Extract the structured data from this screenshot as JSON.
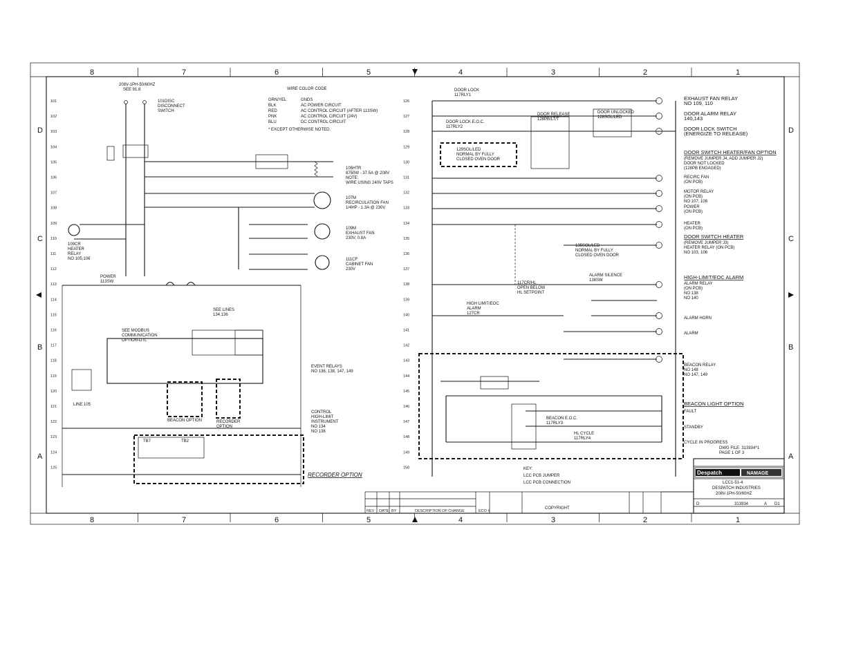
{
  "zones_top": [
    "8",
    "7",
    "6",
    "5",
    "4",
    "3",
    "2",
    "1"
  ],
  "zones_side": [
    "D",
    "C",
    "B",
    "A"
  ],
  "rows_left": [
    "101",
    "102",
    "103",
    "104",
    "105",
    "106",
    "107",
    "108",
    "109",
    "110",
    "111",
    "112",
    "113",
    "114",
    "115",
    "116",
    "117",
    "118",
    "119",
    "120",
    "121",
    "122",
    "123",
    "124",
    "125"
  ],
  "rows_right": [
    "126",
    "127",
    "128",
    "129",
    "130",
    "131",
    "132",
    "133",
    "134",
    "135",
    "136",
    "137",
    "138",
    "139",
    "140",
    "141",
    "142",
    "143",
    "144",
    "145",
    "146",
    "147",
    "148",
    "149",
    "150"
  ],
  "left": {
    "supply": "208V-1PH-50/60HZ",
    "supply_sub": "SEE 91.8",
    "disconnect": "101DISC\nDISCONNECT\nSWITCH",
    "wire_title": "WIRE COLOR CODE",
    "wire_codes": [
      [
        "GRN/YEL",
        "GNDS"
      ],
      [
        "BLK",
        "AC POWER CIRCUIT"
      ],
      [
        "RED",
        "AC CONTROL CIRCUIT (AFTER 113SW)"
      ],
      [
        "PNK",
        "AC CONTROL CIRCUIT (24V)"
      ],
      [
        "BLU",
        "DC CONTROL CIRCUIT"
      ]
    ],
    "wire_note": "* EXCEPT OTHERWISE NOTED.",
    "heater_note": "105HTR\n8750W - 37.5A @ 208V\nNOTE:\nWIRE USING 240V TAPS",
    "fan1": "107M\nRECIRCULATION FAN\n1/4HP - 1.3A @ 230V",
    "fan2": "109M\nEXHAUST FAN\n230V, 0.8A",
    "fan3": "111CF\nCABINET FAN\n230V",
    "heater_relay": "109CR\nHEATER\nRELAY\nNO 105,106",
    "power": "POWER\n113SW",
    "modbus": "SEE MODBUS\nCOMMUNICATION\nOPTION-DTL",
    "see_lines": "SEE LINES\n134,136",
    "event_relays": "EVENT RELAYS\nNO 136, 138, 147, 149",
    "control_hl": "CONTROL\nHIGH-LIMIT\nINSTRUMENT\nNO 134\nNO 138",
    "line": "LINE 105",
    "beacon_opt": "BEACON OPTION",
    "recorder_opt": "RECORDER\nOPTION",
    "recorder_title": "RECORDER OPTION",
    "tb": [
      "TB7",
      "TB2"
    ]
  },
  "right": {
    "exhaust_relay": "EXHAUST FAN RELAY\nNO 109, 110",
    "door_alarm": "DOOR ALARM RELAY\n140,143",
    "door_lock_sw": "DOOR LOCK SWITCH\n(ENERGIZE TO RELEASE)",
    "door_sw_opt": "DOOR SWITCH HEATER/FAN OPTION",
    "door_sw_sub": "(REMOVE JUMPER J4, ADD JUMPER J2)\nDOOR NOT LOCKED\n(128PB ENGAGED)",
    "recirc": "RECIRC FAN\n(ON PCB)",
    "motor_relay": "MOTOR RELAY\n(ON PCB)\nNO 107, 108",
    "power_pcb": "POWER\n(ON PCB)",
    "heater_pcb": "HEATER\n(ON PCB)",
    "door_sw_heater": "DOOR SWITCH HEATER",
    "door_sw_heater_sub": "(REMOVE JUMPER J3)\nHEATER RELAY (ON PCB)\nNO 103, 106",
    "hl_alarm": "HIGH-LIMIT/EOC ALARM",
    "alarm_relay": "ALARM RELAY\n(ON PCB)\nNO 138\nNO 140",
    "alarm_horn": "ALARM HORN",
    "alarm": "ALARM",
    "beacon_relay": "BEACON RELAY\nNO 148\nNO 147, 149",
    "beacon_opt": "BEACON LIGHT OPTION",
    "fault": "FAULT",
    "standby": "STANDBY",
    "cycle": "CYCLE IN PROGRESS",
    "dwg_file": "DWG FILE: 313934*1\nPAGE 1 OF 3",
    "door_release": "DOOR RELEASE\n128PB/LT/T",
    "door_unlocked": "DOOR UNLOCKED\n128SOL/LED",
    "door_lock_eoc": "DOOR LOCK E.O.C.\n117RLY2",
    "door_lock": "DOOR LOCK\n117RLY1",
    "sol": "129SOL/LED\nNORMAL BY FULLY\nCLOSED OVEN DOOR",
    "sol2": "135SOL/LED\nNORMAL BY FULLY\nCLOSED OVEN DOOR",
    "open_below": "117CR/HL\nOPEN BELOW\nHL SETPOINT",
    "alarm_silence": "ALARM SILENCE\n138SW",
    "hl_eoc": "HIGH LIMIT/EOC\nALARM\n127CR",
    "beacon_eoc": "BEACON E.O.C.\n117RLY3",
    "hl_cycle": "HL CYCLE\n117RLY4",
    "key": "KEY:",
    "key1": "LCC PCB JUMPER",
    "key2": "LCC PCB CONNECTION"
  },
  "title_block": {
    "company": "DESPATCH INDUSTRIES",
    "model": "LCC1-51-4",
    "desc": "208V-1PH-50/60HZ",
    "dwg_no": "313934",
    "rev": "A",
    "sheet": "D1",
    "size": "D",
    "copyright": "COPYRIGHT",
    "logo1": "Despatch",
    "logo2": "NAMAGE",
    "rev_header": [
      "REV",
      "DATE",
      "BY",
      "DESCRIPTION OF CHANGE",
      "ECO #"
    ]
  }
}
